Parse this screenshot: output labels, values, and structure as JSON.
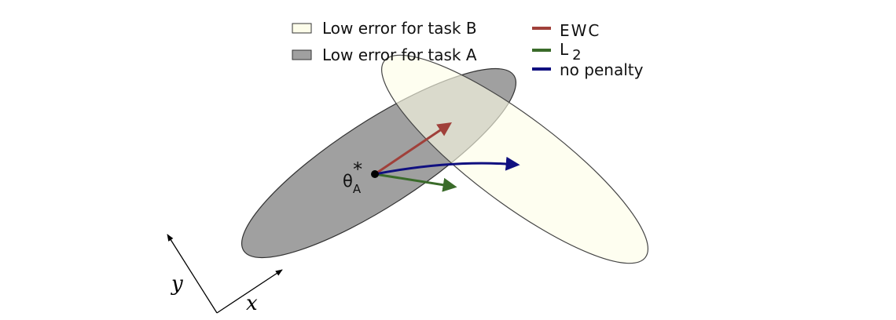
{
  "legend": {
    "items": [
      {
        "label": "Low error for task B",
        "fill": "#fdfdea",
        "stroke": "#333333"
      },
      {
        "label": "Low error for task A",
        "fill": "#a0a0a0",
        "stroke": "#333333"
      }
    ],
    "arrows": [
      {
        "label": "EWC",
        "color": "#a0403a"
      },
      {
        "label": "L",
        "subscript": "2",
        "color": "#3a6b2a"
      },
      {
        "label": "no penalty",
        "color": "#101080"
      }
    ]
  },
  "point": {
    "label": "θ",
    "subscript": "A",
    "superscript": "*"
  },
  "axes": {
    "x_label": "x",
    "y_label": "y"
  }
}
